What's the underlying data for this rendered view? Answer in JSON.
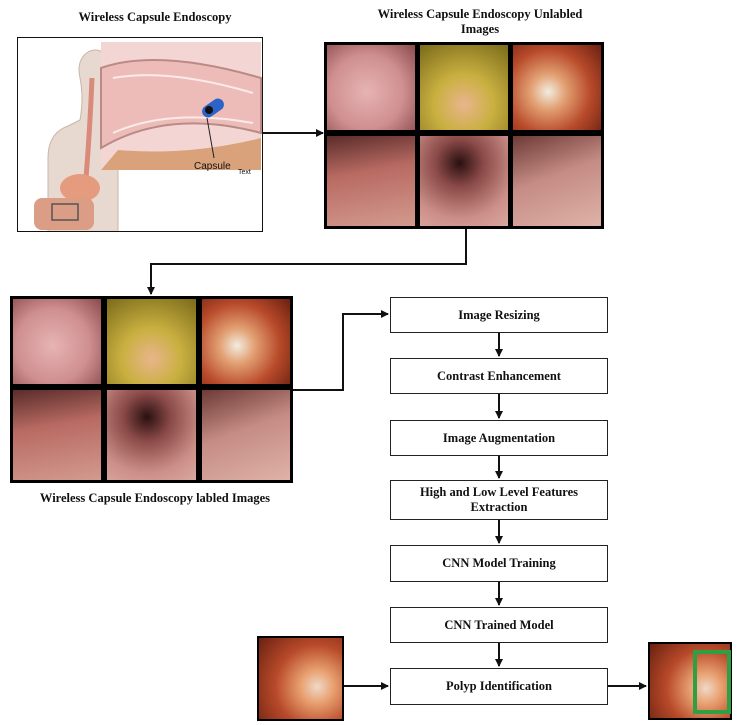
{
  "titles": {
    "wce": "Wireless Capsule Endoscopy",
    "unlabeled_line1": "Wireless Capsule Endoscopy Unlabled",
    "unlabeled_line2": "Images",
    "labeled": "Wireless Capsule Endoscopy labled Images"
  },
  "illustration": {
    "capsule_label": "Capsule",
    "text_label": "Text"
  },
  "pipeline": [
    {
      "label": "Image Resizing"
    },
    {
      "label": "Contrast Enhancement"
    },
    {
      "label": "Image Augmentation"
    },
    {
      "label": "High and Low Level Features Extraction"
    },
    {
      "label": "CNN Model Training"
    },
    {
      "label": "CNN Trained Model"
    },
    {
      "label": "Polyp Identification"
    }
  ],
  "colors": {
    "detection_box": "#2ea043",
    "tissue_pink": "#d9a0a0",
    "tissue_red": "#b84a2a",
    "tissue_yellow": "#c9b040"
  }
}
